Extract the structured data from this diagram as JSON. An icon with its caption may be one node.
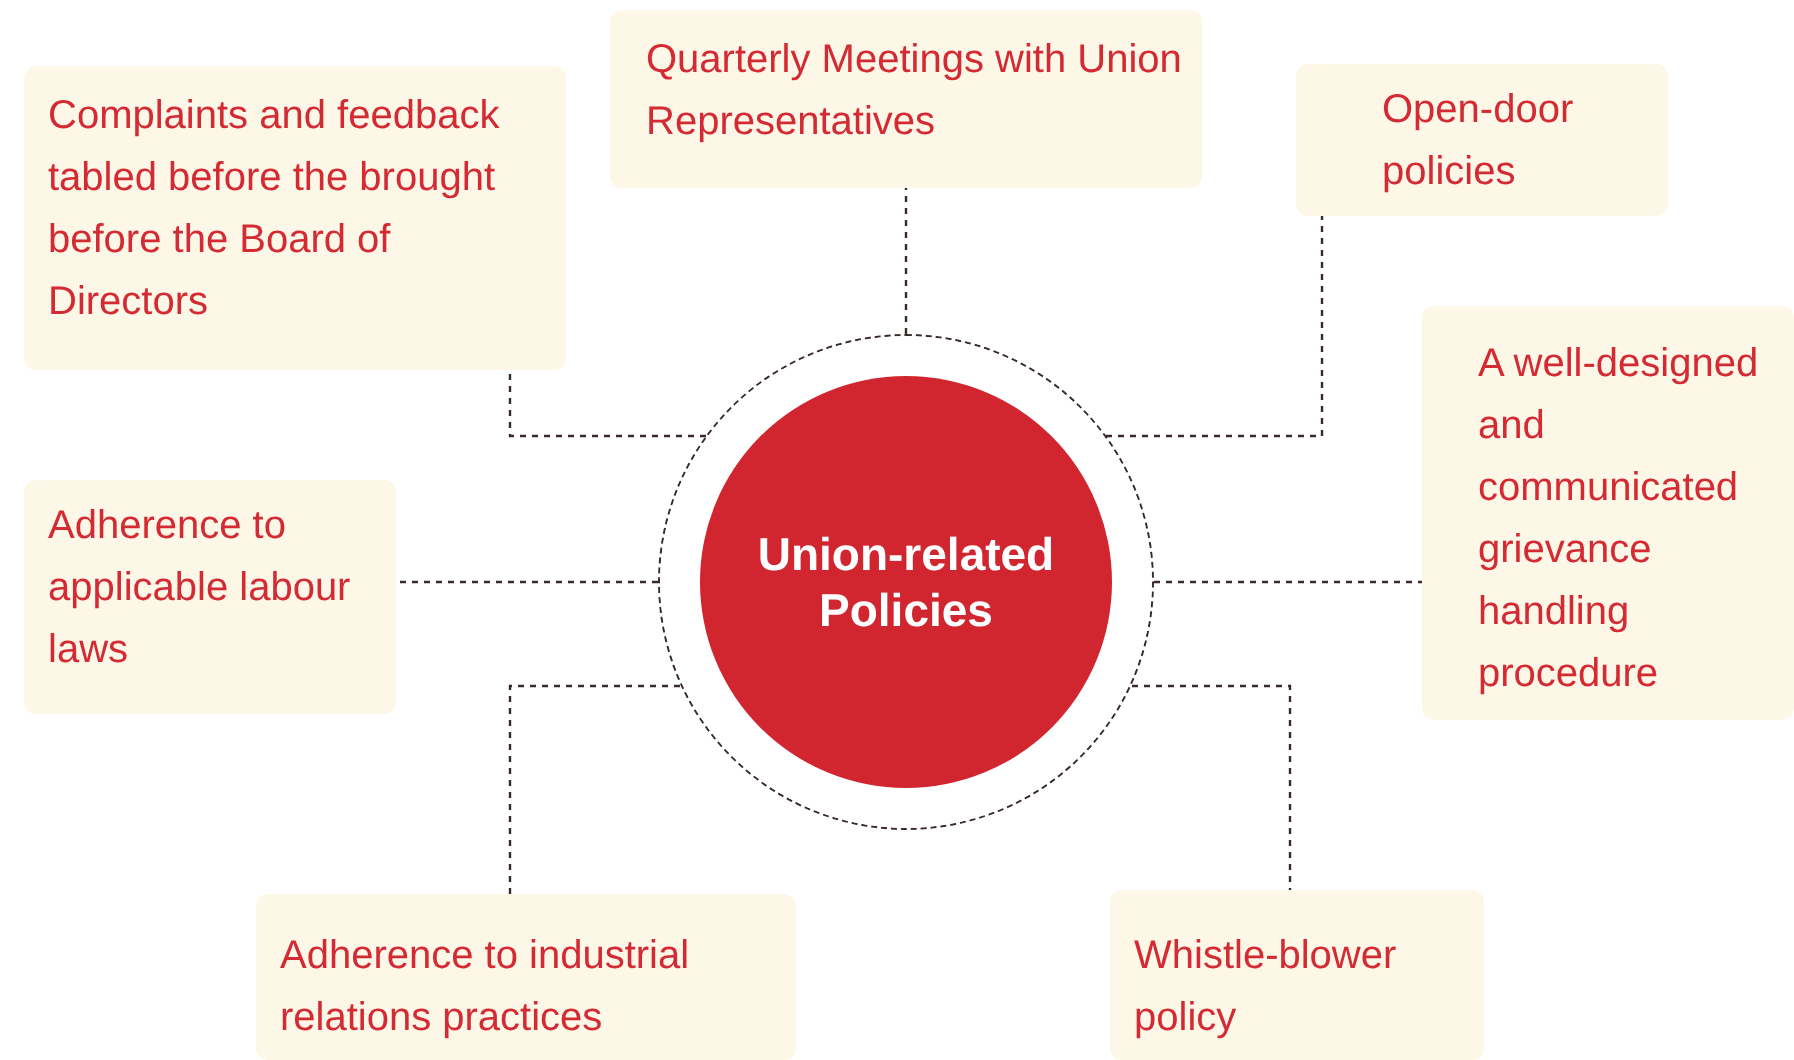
{
  "diagram": {
    "nodes": [
      {
        "text": [
          "Union-related Policies"
        ]
      },
      {
        "text": [
          "Complaints and feedback tabled before the brought before the Board of Directors"
        ]
      },
      {
        "text": [
          "Quarterly Meetings with Union Representatives"
        ]
      },
      {
        "text": [
          "Open-door policies"
        ]
      },
      {
        "text": [
          "Adherence to applicable labour laws"
        ]
      },
      {
        "text": [
          "A well-designed and communicated grievance handling procedure"
        ]
      },
      {
        "text": [
          "Adherence to industrial relations practices"
        ]
      },
      {
        "text": [
          "Whistle-blower policy"
        ]
      }
    ],
    "edges": [
      {
        "from": 0,
        "to": 1,
        "arrow": "none",
        "style": "dashed"
      },
      {
        "from": 0,
        "to": 2,
        "arrow": "none",
        "style": "dashed"
      },
      {
        "from": 0,
        "to": 3,
        "arrow": "none",
        "style": "dashed"
      },
      {
        "from": 0,
        "to": 4,
        "arrow": "none",
        "style": "dashed"
      },
      {
        "from": 0,
        "to": 5,
        "arrow": "none",
        "style": "dashed"
      },
      {
        "from": 0,
        "to": 6,
        "arrow": "none",
        "style": "dashed"
      },
      {
        "from": 0,
        "to": 7,
        "arrow": "none",
        "style": "dashed"
      }
    ]
  }
}
